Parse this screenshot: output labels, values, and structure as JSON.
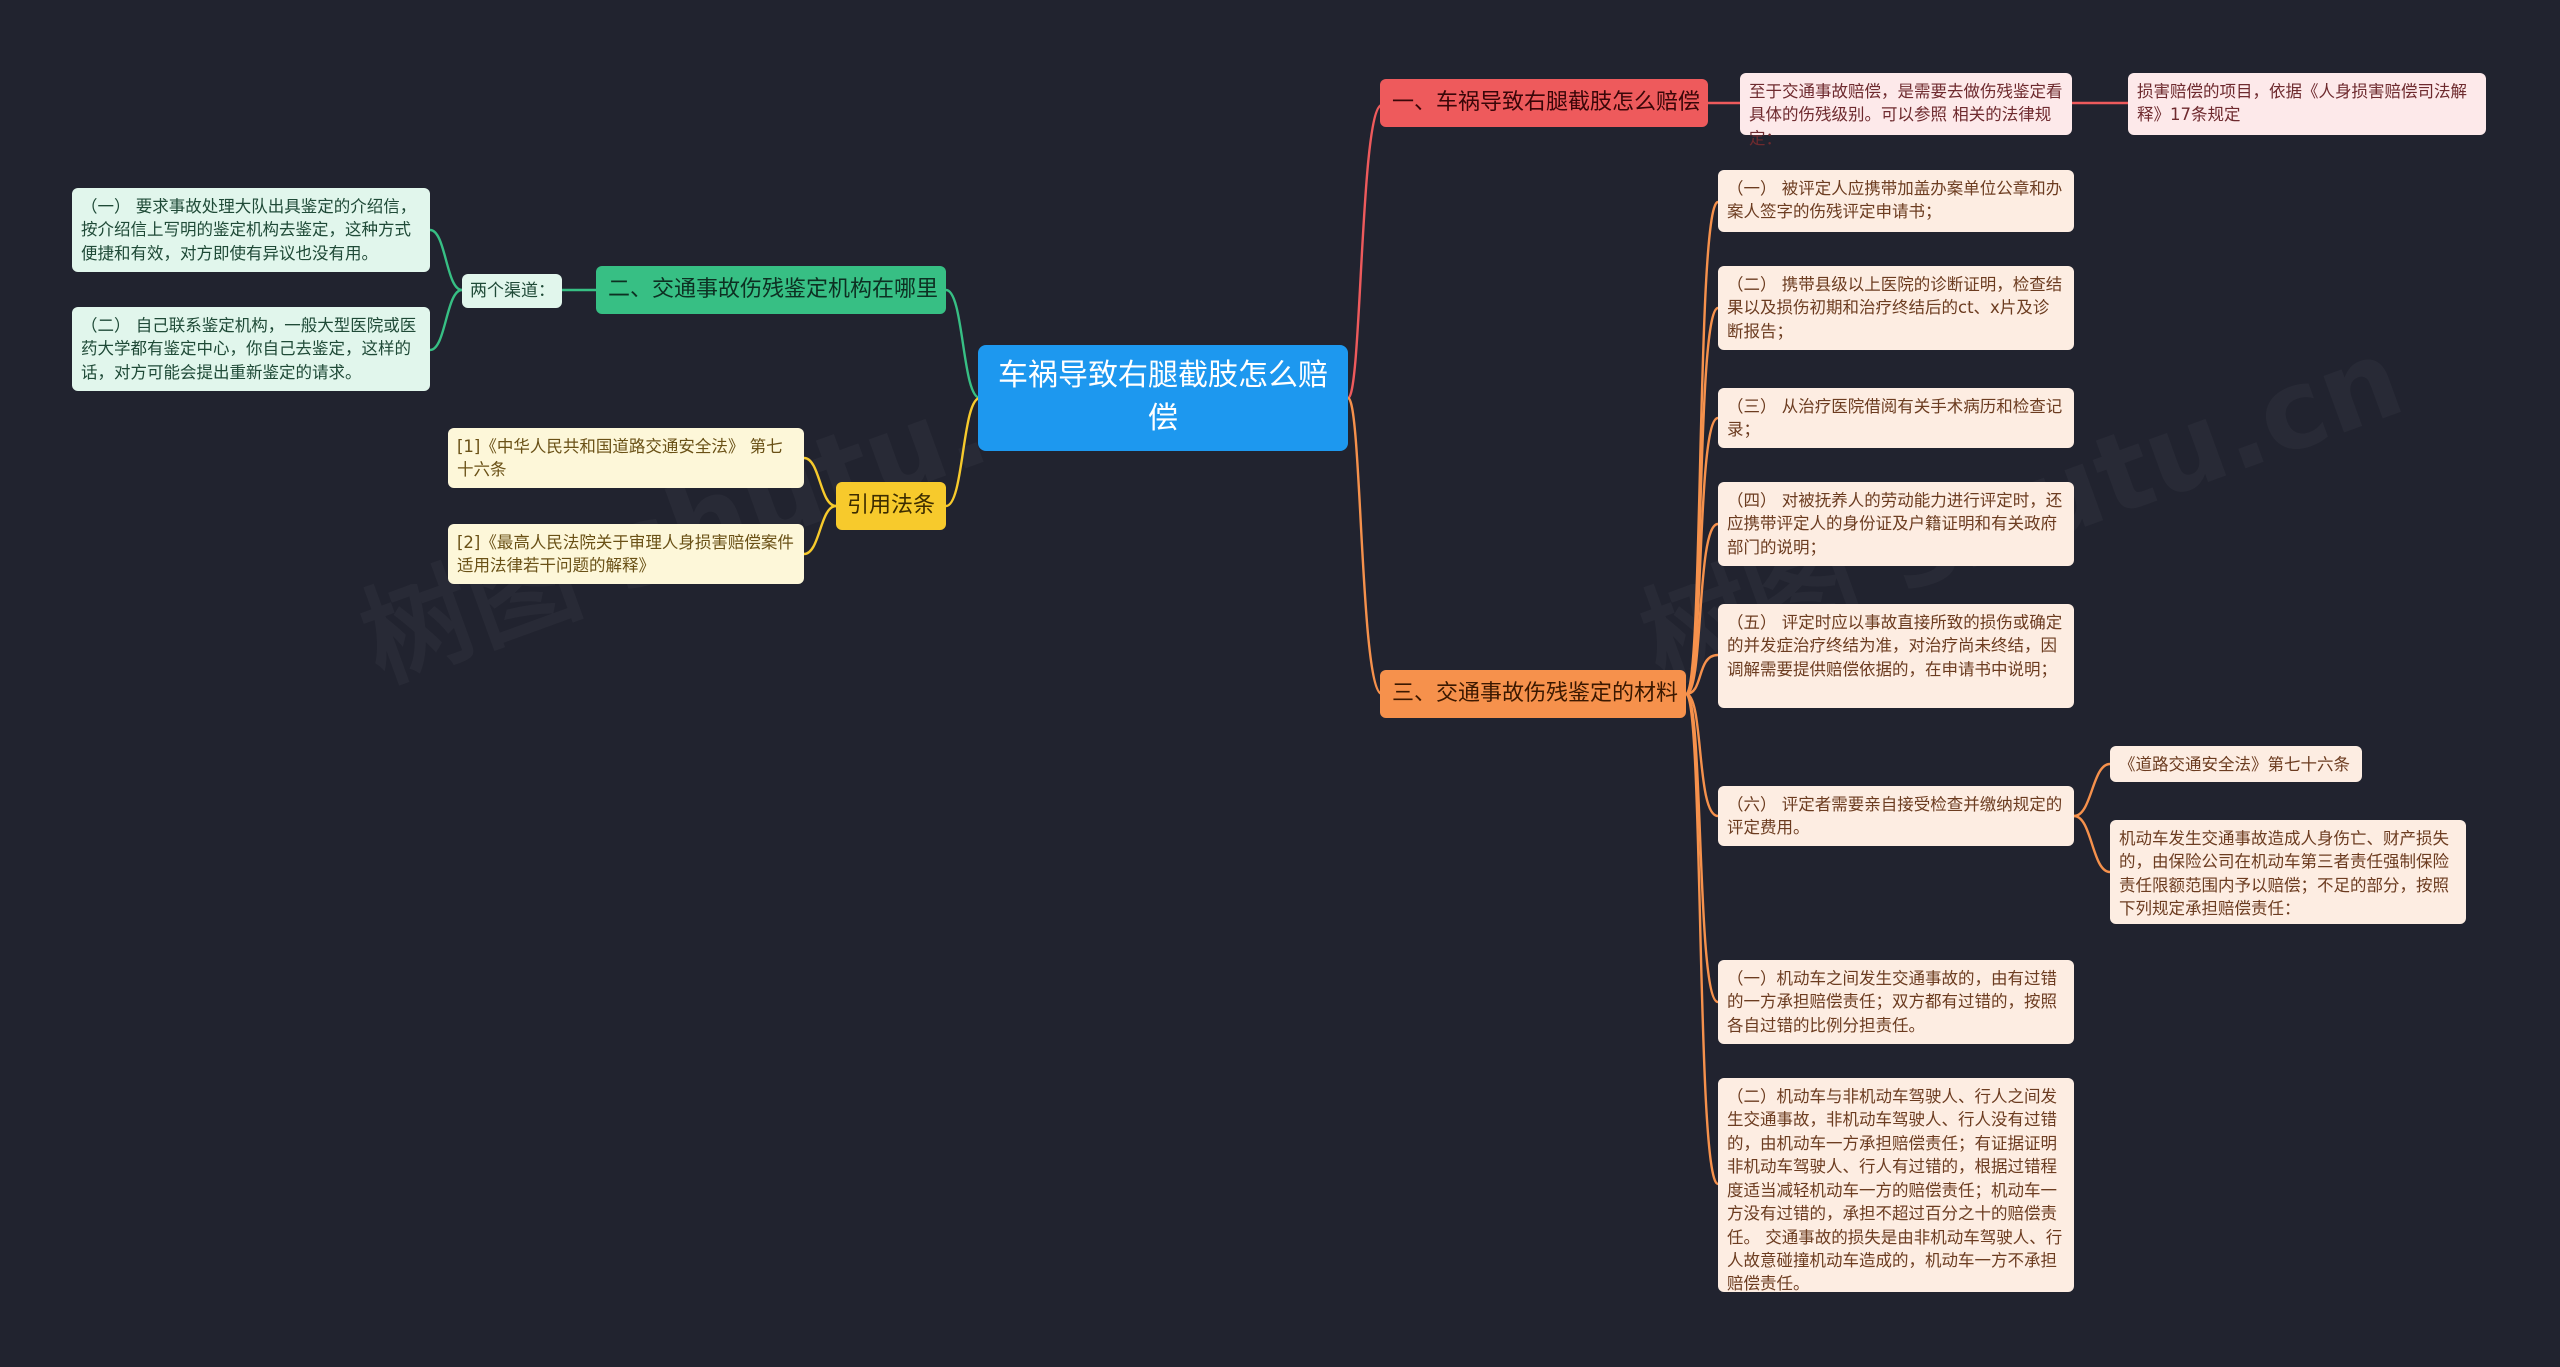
{
  "root": {
    "title": "车祸导致右腿截肢怎么赔偿"
  },
  "branches": {
    "one": {
      "label": "一、车祸导致右腿截肢怎么赔偿",
      "detail": "至于交通事故赔偿，是需要去做伤残鉴定看具体的伤残级别。可以参照 相关的法律规定：",
      "sub": "损害赔偿的项目，依据《人身损害赔偿司法解释》17条规定"
    },
    "two": {
      "label": "二、交通事故伤残鉴定机构在哪里",
      "channel": "两个渠道：",
      "items": [
        "（一） 要求事故处理大队出具鉴定的介绍信，按介绍信上写明的鉴定机构去鉴定，这种方式便捷和有效，对方即使有异议也没有用。",
        "（二） 自己联系鉴定机构，一般大型医院或医药大学都有鉴定中心，你自己去鉴定，这样的话，对方可能会提出重新鉴定的请求。"
      ]
    },
    "cite": {
      "label": "引用法条",
      "items": [
        "[1]《中华人民共和国道路交通安全法》 第七十六条",
        "[2]《最高人民法院关于审理人身损害赔偿案件适用法律若干问题的解释》"
      ]
    },
    "three": {
      "label": "三、交通事故伤残鉴定的材料",
      "items": [
        "（一） 被评定人应携带加盖办案单位公章和办案人签字的伤残评定申请书；",
        "（二） 携带县级以上医院的诊断证明，检查结果以及损伤初期和治疗终结后的ct、x片及诊断报告；",
        "（三） 从治疗医院借阅有关手术病历和检查记录；",
        "（四） 对被抚养人的劳动能力进行评定时，还应携带评定人的身份证及户籍证明和有关政府部门的说明；",
        "（五） 评定时应以事故直接所致的损伤或确定的并发症治疗终结为准，对治疗尚未终结，因调解需要提供赔偿依据的，在申请书中说明；",
        "（六） 评定者需要亲自接受检查并缴纳规定的评定费用。",
        "（一）机动车之间发生交通事故的，由有过错的一方承担赔偿责任；双方都有过错的，按照各自过错的比例分担责任。",
        "（二）机动车与非机动车驾驶人、行人之间发生交通事故，非机动车驾驶人、行人没有过错的，由机动车一方承担赔偿责任；有证据证明非机动车驾驶人、行人有过错的，根据过错程度适当减轻机动车一方的赔偿责任；机动车一方没有过错的，承担不超过百分之十的赔偿责任。 交通事故的损失是由非机动车驾驶人、行人故意碰撞机动车造成的，机动车一方不承担赔偿责任。"
      ],
      "sixth_children": [
        "《道路交通安全法》第七十六条",
        "机动车发生交通事故造成人身伤亡、财产损失的，由保险公司在机动车第三者责任强制保险责任限额范围内予以赔偿；不足的部分，按照下列规定承担赔偿责任："
      ]
    }
  },
  "watermark": "树图 shutu.cn",
  "colors": {
    "background": "#21232f",
    "root": "#1d98ef",
    "red": "#ee5a5c",
    "green": "#37bf84",
    "yellow": "#f7ca2c",
    "orange": "#f6914c"
  }
}
